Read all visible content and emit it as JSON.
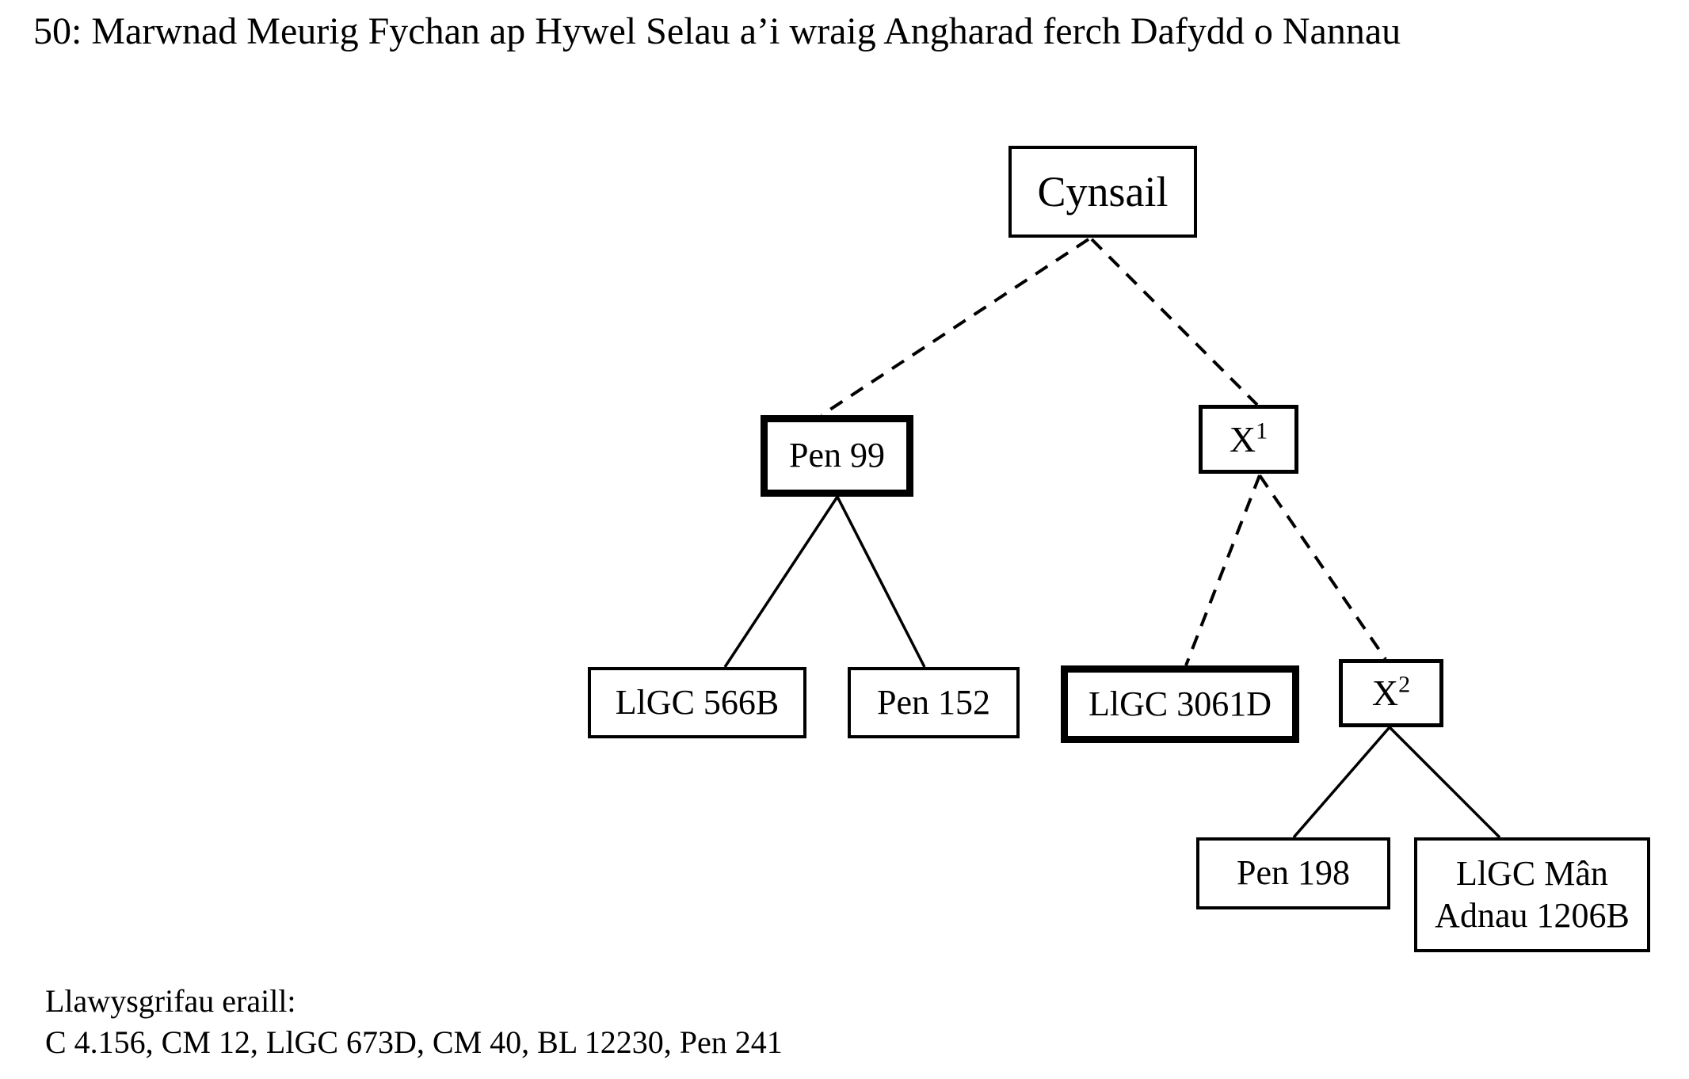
{
  "title": "50: Marwnad Meurig Fychan ap Hywel Selau a’i wraig Angharad ferch Dafydd o Nannau",
  "diagram": {
    "type": "stemma-tree",
    "nodes": {
      "cynsail": {
        "label": "Cynsail",
        "emphasis": "normal"
      },
      "pen99": {
        "label": "Pen 99",
        "emphasis": "bold"
      },
      "x1": {
        "base": "X",
        "sup": "1",
        "emphasis": "normal"
      },
      "llgc566b": {
        "label": "LlGC 566B",
        "emphasis": "normal"
      },
      "pen152": {
        "label": "Pen 152",
        "emphasis": "normal"
      },
      "llgc3061d": {
        "label": "LlGC 3061D",
        "emphasis": "bold"
      },
      "x2": {
        "base": "X",
        "sup": "2",
        "emphasis": "normal"
      },
      "pen198": {
        "label": "Pen 198",
        "emphasis": "normal"
      },
      "llgcman": {
        "lines": [
          "LlGC Mân",
          "Adnau 1206B"
        ],
        "emphasis": "normal"
      }
    },
    "edges": [
      {
        "from": "cynsail",
        "to": "pen99",
        "style": "dashed"
      },
      {
        "from": "cynsail",
        "to": "x1",
        "style": "dashed"
      },
      {
        "from": "pen99",
        "to": "llgc566b",
        "style": "solid"
      },
      {
        "from": "pen99",
        "to": "pen152",
        "style": "solid"
      },
      {
        "from": "x1",
        "to": "llgc3061d",
        "style": "dashed"
      },
      {
        "from": "x1",
        "to": "x2",
        "style": "dashed"
      },
      {
        "from": "x2",
        "to": "pen198",
        "style": "solid"
      },
      {
        "from": "x2",
        "to": "llgcman",
        "style": "solid"
      }
    ]
  },
  "footer": {
    "heading": "Llawysgrifau eraill:",
    "manuscripts": "C 4.156, CM 12, LlGC 673D, CM 40, BL 12230, Pen 241"
  },
  "colors": {
    "background": "#ffffff",
    "text": "#000000",
    "line": "#000000"
  }
}
